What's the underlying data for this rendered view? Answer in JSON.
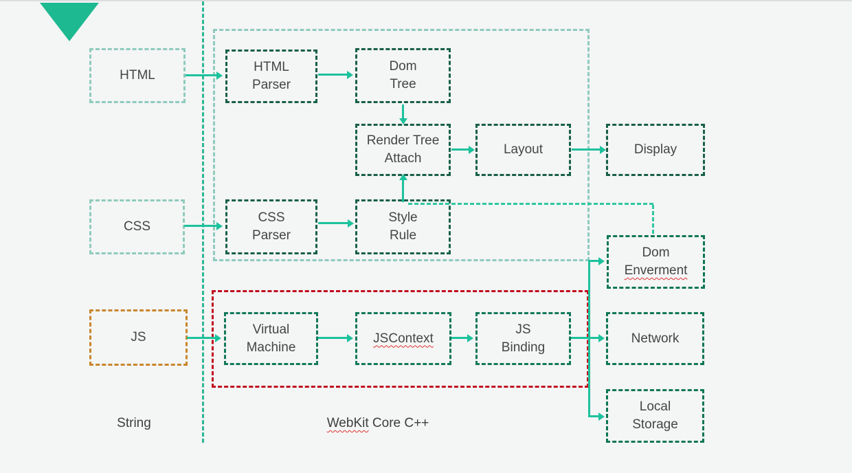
{
  "title": "WebKit rendering architecture diagram",
  "colors": {
    "background": "#f4f5f5",
    "arrow_teal": "#1cc29c",
    "container_light_teal": "#8ecbbc",
    "divider_teal": "#2cb795",
    "dashed_connector_teal": "#2fc7a0",
    "box_dark_green": "#175f49",
    "box_green": "#12795a",
    "box_right_green": "#0e7753",
    "container_red": "#c00d1f",
    "js_orange": "#c8862c",
    "triangle_teal": "#1db991",
    "text": "#454545",
    "squiggle_red": "#e0312f"
  },
  "nodes": {
    "html_input": "HTML",
    "css_input": "CSS",
    "js_input": "JS",
    "html_parser": "HTML\nParser",
    "dom_tree": "Dom\nTree",
    "render_tree_attach": "Render Tree\nAttach",
    "layout": "Layout",
    "display": "Display",
    "css_parser": "CSS\nParser",
    "style_rule": "Style\nRule",
    "virtual_machine": "Virtual\nMachine",
    "jscontext": "JSContext",
    "js_binding": "JS\nBinding",
    "dom_enverment_line1": "Dom",
    "dom_enverment_line2": "Enverment",
    "network": "Network",
    "local_storage": "Local\nStorage"
  },
  "labels": {
    "string": "String",
    "webkit_word": "WebKit",
    "core_cpp": " Core C++"
  }
}
